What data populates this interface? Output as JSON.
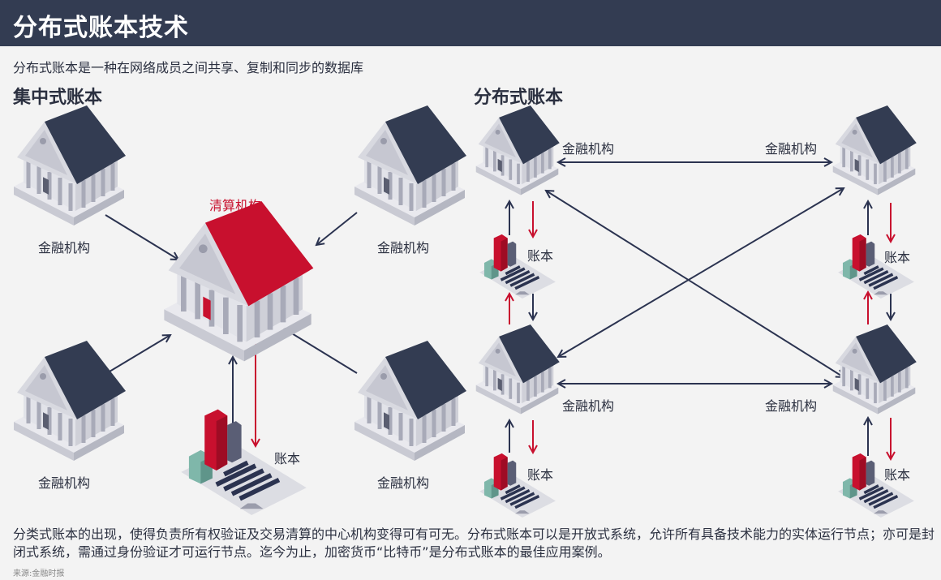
{
  "title": "分布式账本技术",
  "subtitle": "分布式账本是一种在网络成员之间共享、复制和同步的数据库",
  "centralized": {
    "heading": "集中式账本",
    "institution_label": "金融机构",
    "clearing_label": "清算机构",
    "ledger_label": "账本"
  },
  "distributed": {
    "heading": "分布式账本",
    "institution_label": "金融机构",
    "ledger_label": "账本"
  },
  "colors": {
    "header": "#333c52",
    "accent_red": "#c8102e",
    "roof_dark": "#333c52"
  },
  "footer": "分类式账本的出现，使得负责所有权验证及交易清算的中心机构变得可有可无。分布式账本可以是开放式系统，允许所有具备技术能力的实体运行节点；亦可是封闭式系统，需通过身份验证才可运行节点。迄今为止，加密货币“比特币”是分布式账本的最佳应用案例。",
  "source": "来源:金融时报"
}
